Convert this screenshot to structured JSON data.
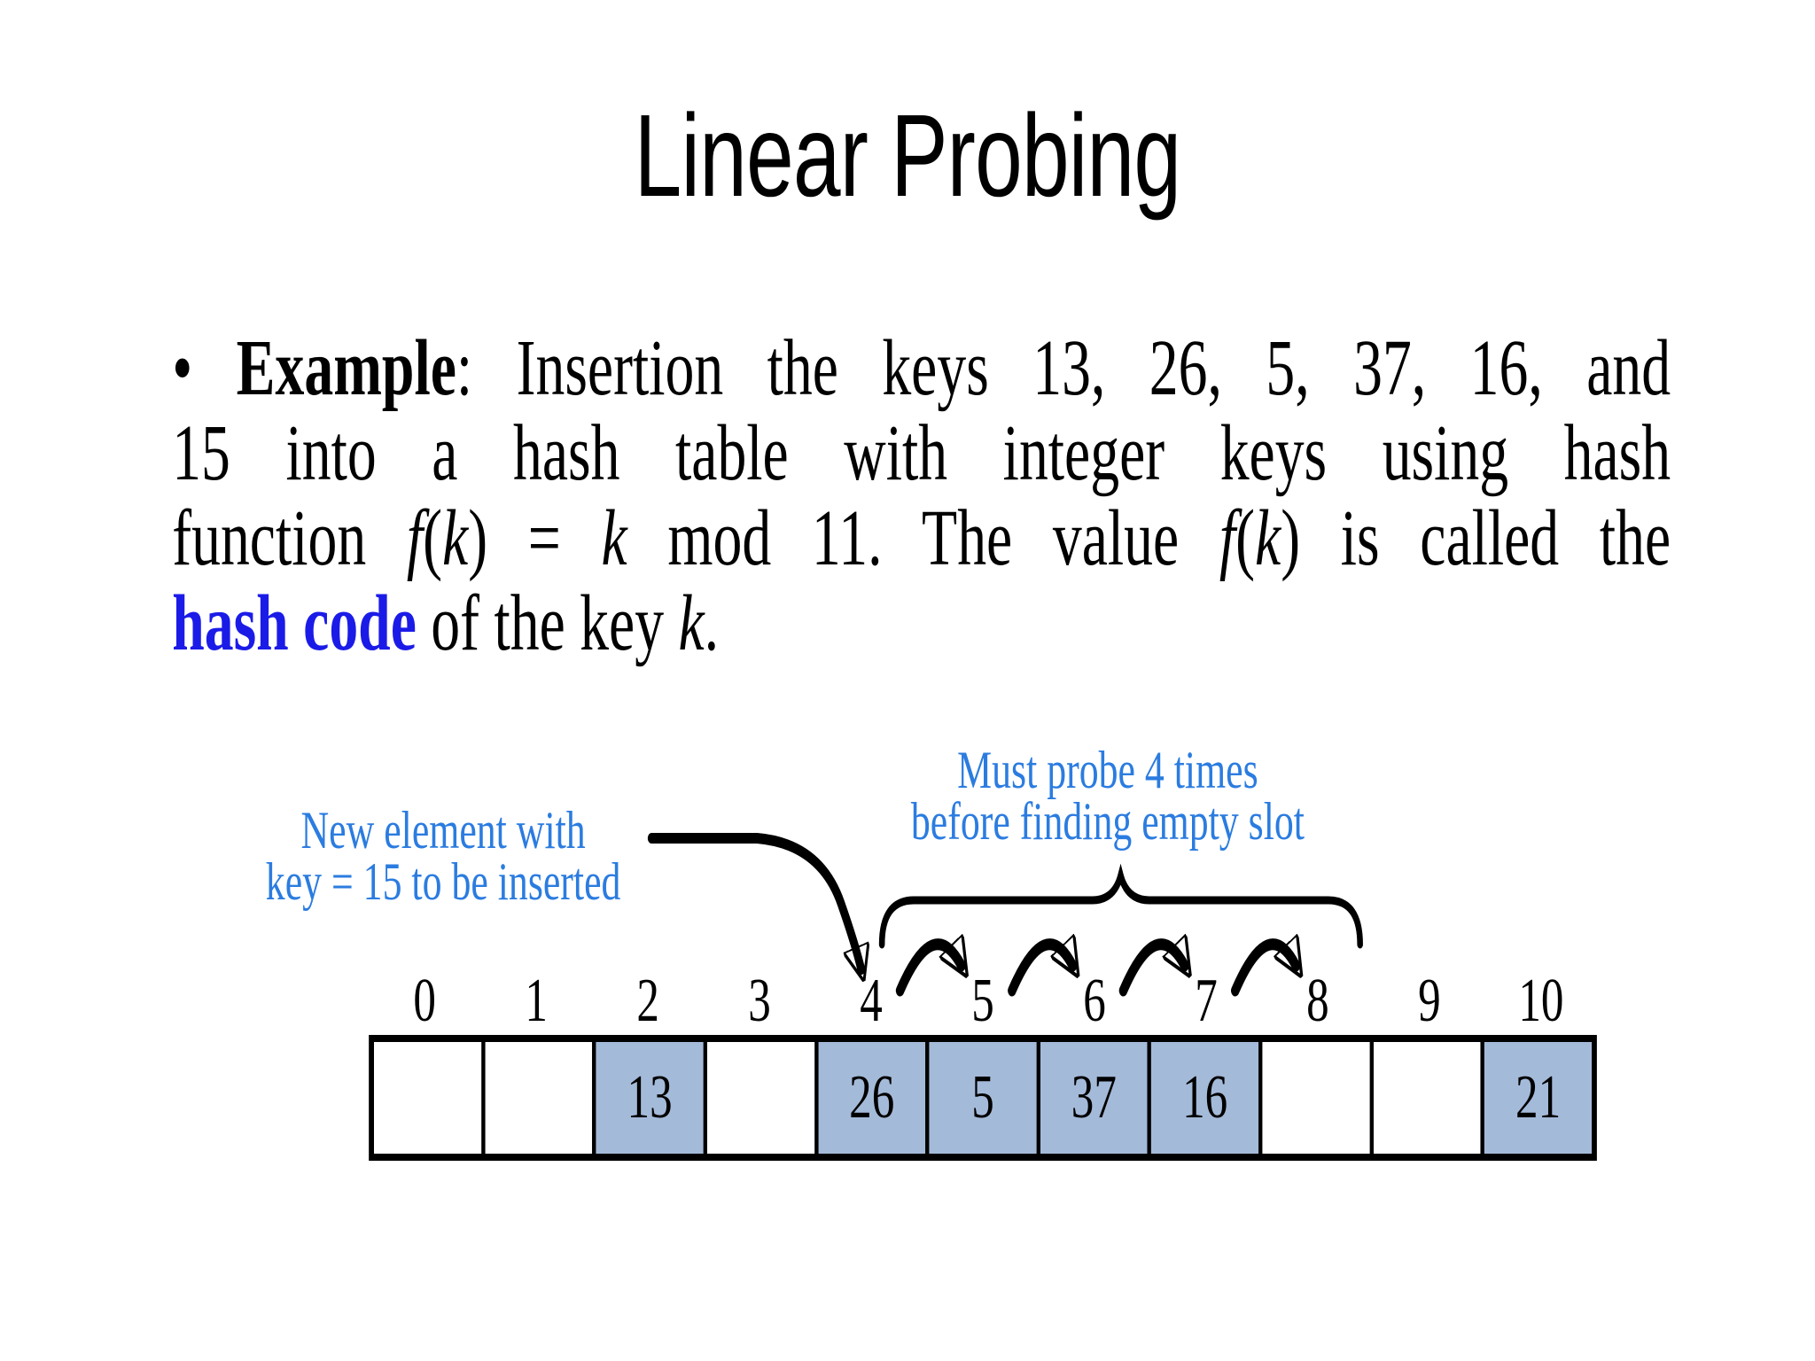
{
  "colors": {
    "cell_fill": "#a4bad9",
    "label_blue": "#2b7ce0",
    "hash_code_blue": "#1b1be8",
    "ink": "#000000"
  },
  "title": "Linear Probing",
  "paragraph": {
    "lines": [
      {
        "justify": true,
        "segments": [
          {
            "t": "• ",
            "s": "n"
          },
          {
            "t": "Example",
            "s": "b"
          },
          {
            "t": ": Insertion the keys 13, 26, 5, 37, 16, and",
            "s": "n"
          }
        ]
      },
      {
        "justify": true,
        "segments": [
          {
            "t": "15 into a hash table with integer keys using hash",
            "s": "n"
          }
        ]
      },
      {
        "justify": true,
        "segments": [
          {
            "t": "function ",
            "s": "n"
          },
          {
            "t": "f",
            "s": "i"
          },
          {
            "t": "(",
            "s": "n"
          },
          {
            "t": "k",
            "s": "i"
          },
          {
            "t": ") = ",
            "s": "n"
          },
          {
            "t": "k",
            "s": "i"
          },
          {
            "t": " mod 11. The value ",
            "s": "n"
          },
          {
            "t": "f",
            "s": "i"
          },
          {
            "t": "(",
            "s": "n"
          },
          {
            "t": "k",
            "s": "i"
          },
          {
            "t": ") is called the",
            "s": "n"
          }
        ]
      },
      {
        "justify": false,
        "segments": [
          {
            "t": "hash code",
            "s": "hb"
          },
          {
            "t": " of the key ",
            "s": "n"
          },
          {
            "t": "k",
            "s": "i"
          },
          {
            "t": ".",
            "s": "n"
          }
        ]
      }
    ]
  },
  "diagram": {
    "new_element_label": {
      "lines": [
        "New element with",
        "key = 15 to be inserted"
      ]
    },
    "probe_label": {
      "lines": [
        "Must probe 4 times",
        "before finding empty slot"
      ]
    },
    "graphics": {
      "insertion_arrow": "curved-arrow-to-slot-4",
      "probe_brace": "curly-brace-over-slots-4-to-8",
      "probe_hop_arcs": 4
    },
    "hash_table": {
      "indices": [
        "0",
        "1",
        "2",
        "3",
        "4",
        "5",
        "6",
        "7",
        "8",
        "9",
        "10"
      ],
      "cells": [
        {
          "value": "",
          "filled": false
        },
        {
          "value": "",
          "filled": false
        },
        {
          "value": "13",
          "filled": true
        },
        {
          "value": "",
          "filled": false
        },
        {
          "value": "26",
          "filled": true
        },
        {
          "value": "5",
          "filled": true
        },
        {
          "value": "37",
          "filled": true
        },
        {
          "value": "16",
          "filled": true
        },
        {
          "value": "",
          "filled": false
        },
        {
          "value": "",
          "filled": false
        },
        {
          "value": "21",
          "filled": true
        }
      ]
    }
  }
}
